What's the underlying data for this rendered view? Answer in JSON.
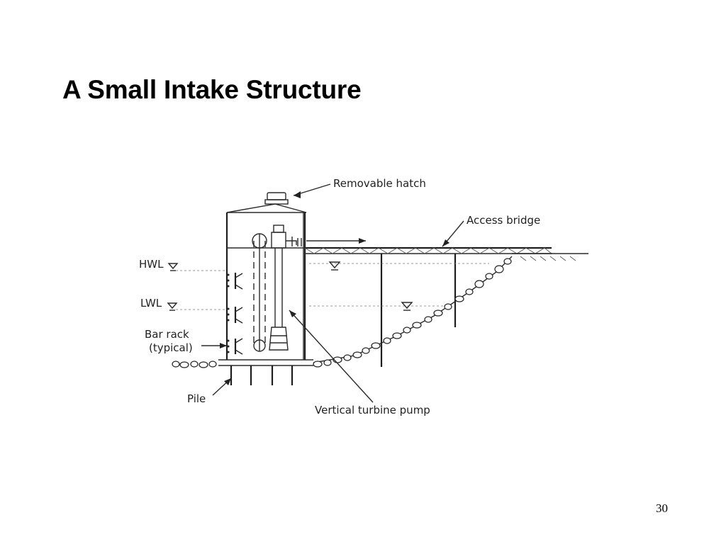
{
  "slide": {
    "title": "A Small Intake Structure",
    "page_number": "30"
  },
  "diagram": {
    "labels": {
      "removable_hatch": "Removable hatch",
      "access_bridge": "Access bridge",
      "hwl": "HWL",
      "lwl": "LWL",
      "bar_rack_line1": "Bar rack",
      "bar_rack_line2": "(typical)",
      "pile": "Pile",
      "vertical_turbine_pump": "Vertical turbine pump"
    }
  }
}
